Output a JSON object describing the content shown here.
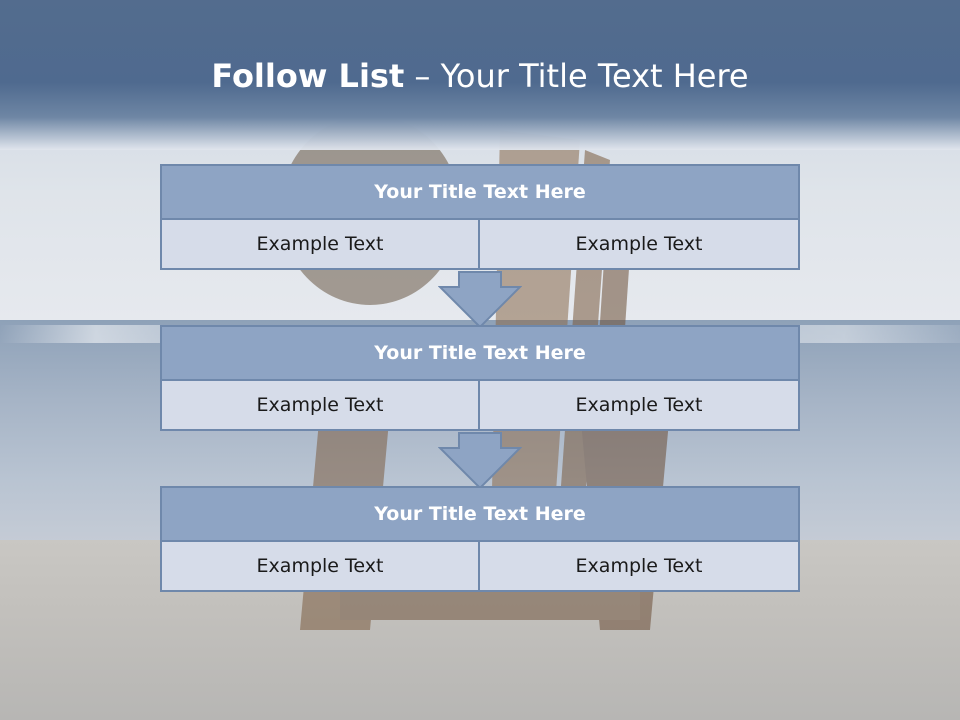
{
  "slide": {
    "title_bold": "Follow List",
    "title_rest": " – Your Title Text Here"
  },
  "steps": [
    {
      "title": "Your Title Text Here",
      "left": "Example Text",
      "right": "Example Text"
    },
    {
      "title": "Your Title Text Here",
      "left": "Example Text",
      "right": "Example Text"
    },
    {
      "title": "Your Title Text Here",
      "left": "Example Text",
      "right": "Example Text"
    }
  ],
  "colors": {
    "header": "#536c8e",
    "box_title": "#8ea4c4",
    "box_cell": "#d6dce9",
    "border": "#6f88ab"
  }
}
